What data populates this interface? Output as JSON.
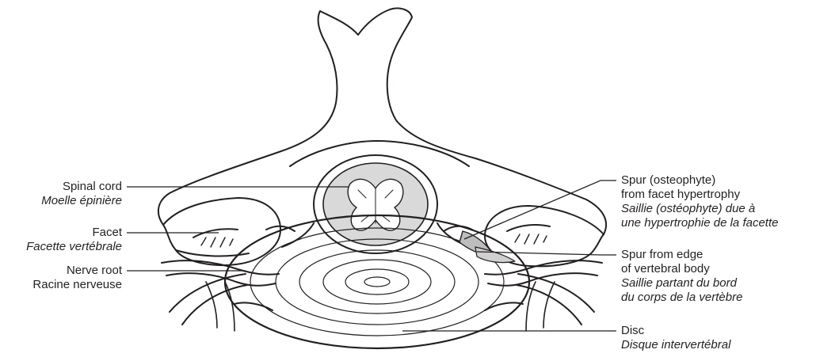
{
  "labels": {
    "spinal_cord": {
      "en": "Spinal cord",
      "fr": "Moelle épinière"
    },
    "facet": {
      "en": "Facet",
      "fr": "Facette vertébrale"
    },
    "nerve_root": {
      "en": "Nerve root",
      "fr": "Racine nerveuse"
    },
    "spur_facet": {
      "en_line1": "Spur (osteophyte)",
      "en_line2": "from facet hypertrophy",
      "fr_line1": "Saillie (ostéophyte) due à",
      "fr_line2": "une hypertrophie de la facette"
    },
    "spur_body": {
      "en_line1": "Spur from edge",
      "en_line2": "of vertebral body",
      "fr_line1": "Saillie partant du bord",
      "fr_line2": "du corps de la vertèbre"
    },
    "disc": {
      "en": "Disc",
      "fr": "Disque intervertébral"
    }
  },
  "colors": {
    "ink": "#231f20",
    "cord_fill": "#d9d9d9",
    "shade": "#bdbdbd"
  }
}
